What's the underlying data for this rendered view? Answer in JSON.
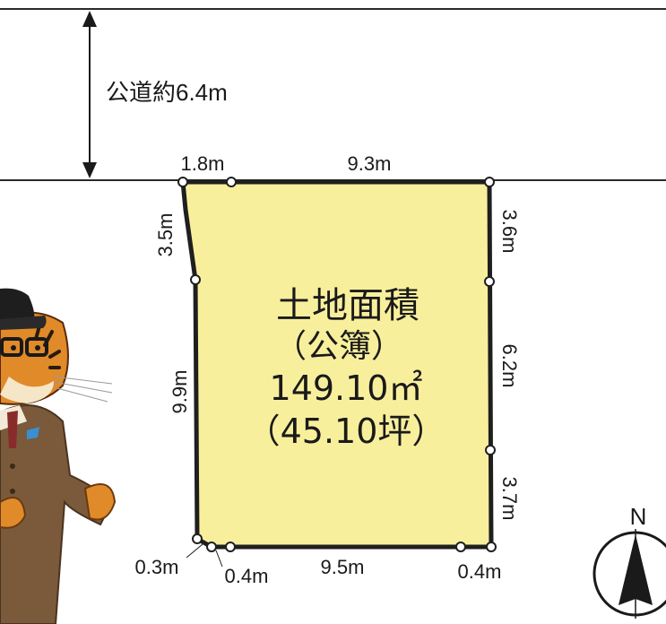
{
  "road": {
    "label": "公道約6.4m"
  },
  "lot": {
    "area_title": "土地面積",
    "area_source": "（公簿）",
    "area_sqm": "149.10㎡",
    "area_tsubo": "（45.10坪）",
    "fill_color": "#f8ef9c",
    "outline_color": "#1f1f1f"
  },
  "dimensions": {
    "top_left": "1.8m",
    "top": "9.3m",
    "left_upper": "3.5m",
    "left_lower": "9.9m",
    "right_upper": "3.6m",
    "right_middle": "6.2m",
    "right_lower": "3.7m",
    "bottom_left_1": "0.3m",
    "bottom_left_2": "0.4m",
    "bottom": "9.5m",
    "bottom_right": "0.4m"
  },
  "compass": {
    "label": "N"
  },
  "mascot": {
    "description_icon": "tiger-mascot-icon",
    "jacket_color": "#7a5a3a",
    "fur_color": "#e08a2a"
  }
}
